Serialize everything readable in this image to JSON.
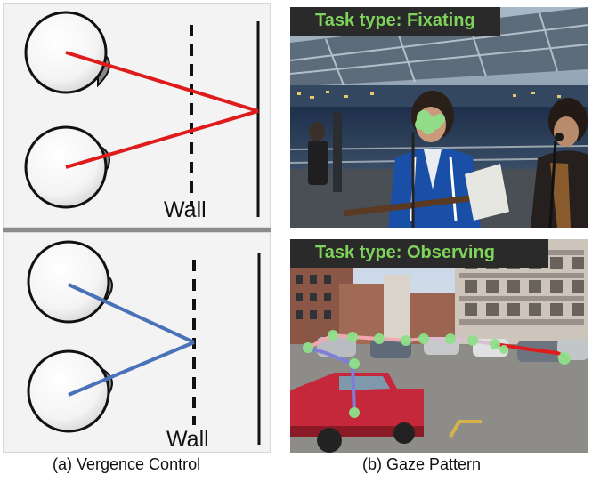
{
  "panel_a": {
    "top_diagram": {
      "wall_label": "Wall",
      "gaze_line_color": "#e01b1b"
    },
    "bottom_diagram": {
      "wall_label": "Wall",
      "gaze_line_color": "#4a72b8"
    },
    "caption": "(a) Vergence Control"
  },
  "panel_b": {
    "top_photo": {
      "task_label": "Task type: Fixating"
    },
    "bottom_photo": {
      "task_label": "Task type: Observing"
    },
    "caption": "(b) Gaze Pattern",
    "gaze_marker_color": "#8fe08a"
  }
}
